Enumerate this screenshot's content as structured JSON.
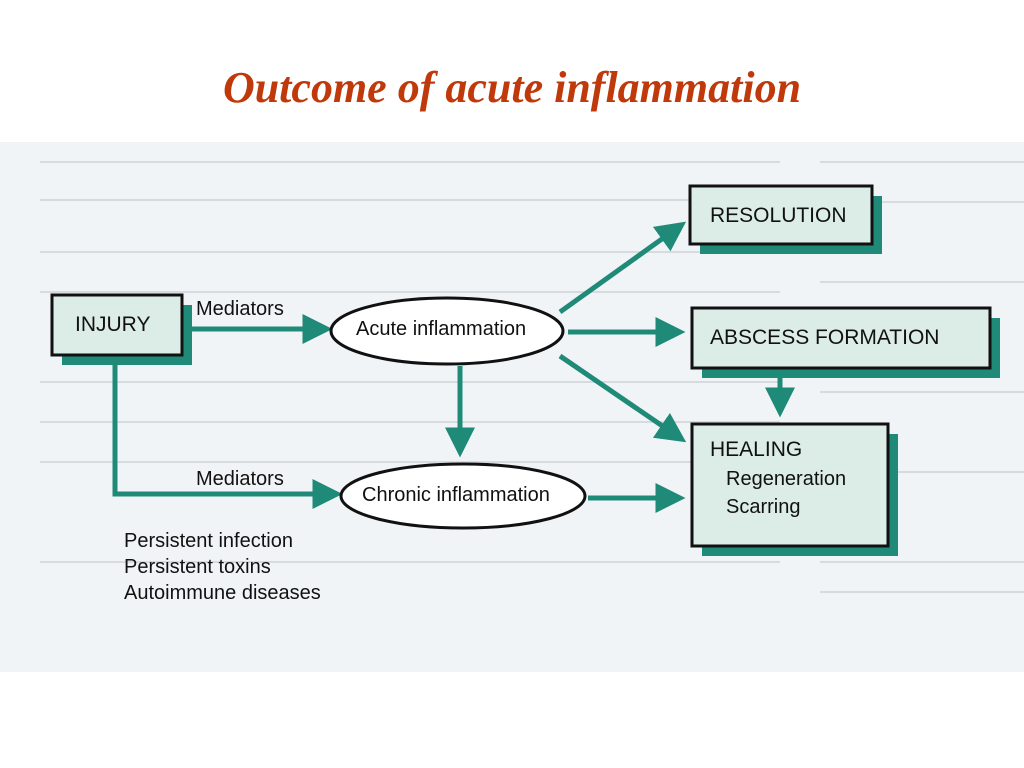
{
  "title": "Outcome of acute inflammation",
  "nodes": {
    "injury": "INJURY",
    "acute": "Acute inflammation",
    "chronic": "Chronic inflammation",
    "resolution": "RESOLUTION",
    "abscess": "ABSCESS FORMATION",
    "healing": "HEALING",
    "regeneration": "Regeneration",
    "scarring": "Scarring"
  },
  "edge_labels": {
    "mediators_top": "Mediators",
    "mediators_bottom": "Mediators"
  },
  "causes": [
    "Persistent infection",
    "Persistent toxins",
    "Autoimmune diseases"
  ],
  "colors": {
    "title": "#c0390b",
    "arrow": "#1f8a78",
    "box_fill": "#dcece6"
  }
}
